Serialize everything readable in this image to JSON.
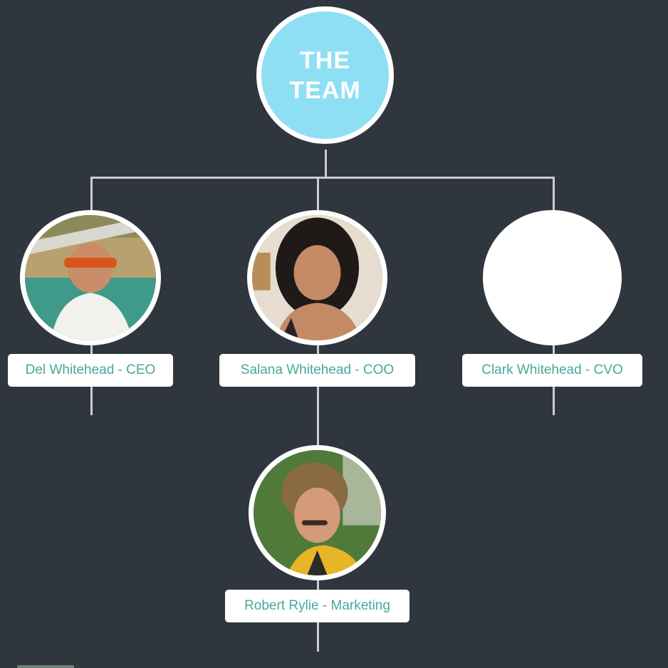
{
  "root": {
    "line1": "THE",
    "line2": "TEAM"
  },
  "members": [
    {
      "label": "Del Whitehead - CEO"
    },
    {
      "label": "Salana Whitehead - COO"
    },
    {
      "label": "Clark Whitehead - CVO"
    },
    {
      "label": "Robert Rylie - Marketing"
    }
  ],
  "colors": {
    "background": "#2f363e",
    "root_fill": "#8fdff4",
    "label_text": "#48a89a",
    "connector": "#c9ced4"
  }
}
